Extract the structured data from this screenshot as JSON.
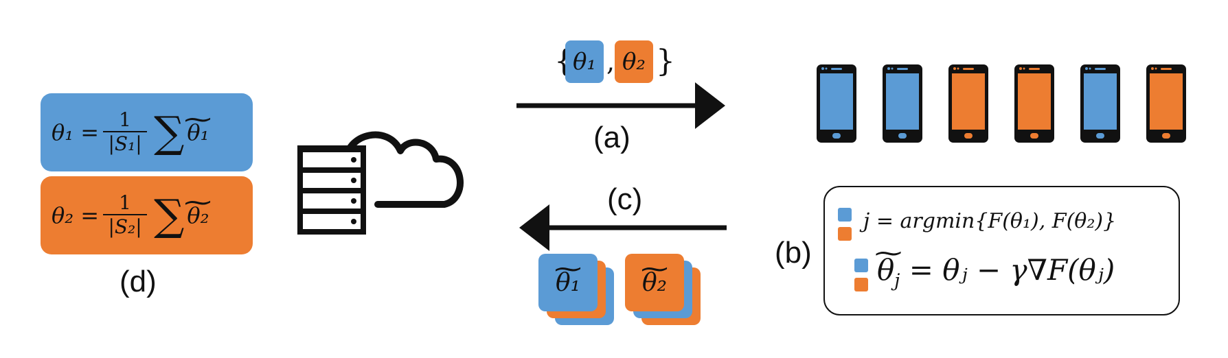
{
  "colors": {
    "blue": "#5b9bd5",
    "orange": "#ed7d31",
    "ink": "#111111"
  },
  "icons": {
    "server": "server-rack-icon",
    "cloud": "cloud-icon",
    "phone": "smartphone-icon"
  },
  "labels": {
    "a": "(a)",
    "b": "(b)",
    "c": "(c)",
    "d": "(d)"
  },
  "formulas": {
    "theta1": {
      "lhs": "θ₁ =",
      "num": "1",
      "den": "|S₁|",
      "sum": "∑",
      "term": "θ₁"
    },
    "theta2": {
      "lhs": "θ₂ =",
      "num": "1",
      "den": "|S₂|",
      "sum": "∑",
      "term": "θ₂"
    }
  },
  "broadcast": {
    "open": "{",
    "p1": "θ₁",
    "comma": ",",
    "p2": "θ₂",
    "close": "}"
  },
  "uploads": {
    "t1": "θ₁",
    "t2": "θ₂"
  },
  "phones": [
    "blue",
    "blue",
    "orange",
    "orange",
    "blue",
    "orange"
  ],
  "client_step": {
    "line1": "j = argmin{F(θ₁), F(θ₂)}",
    "line2_lhs": "θ",
    "line2_sub": "j",
    "line2_rhs": " = θⱼ − γ∇F(θⱼ)"
  }
}
